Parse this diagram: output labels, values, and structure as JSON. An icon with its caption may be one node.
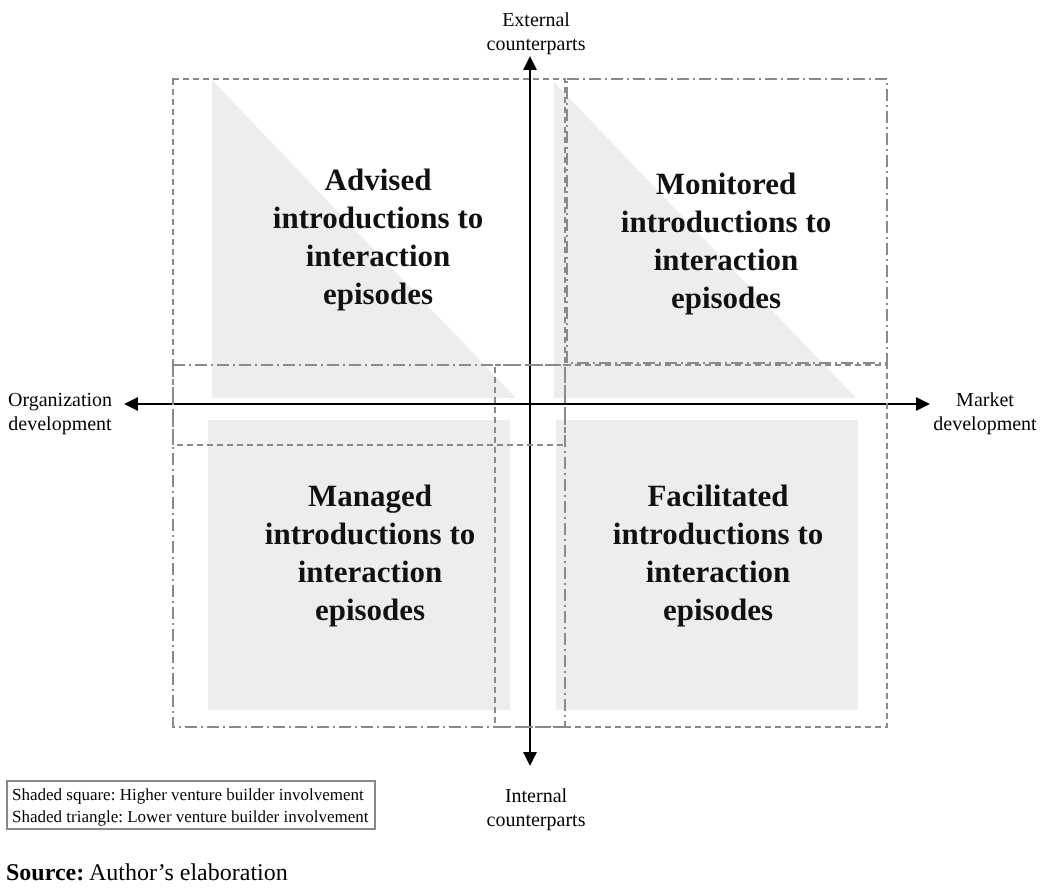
{
  "diagram": {
    "caption": "**Source:** Author’s elaboration",
    "nodes": [
      {
        "text": [
          "Advised introductions to interaction episodes"
        ]
      },
      {
        "text": [
          "Monitored introductions to interaction episodes"
        ]
      },
      {
        "text": [
          "Managed introductions to interaction episodes"
        ]
      },
      {
        "text": [
          "Facilitated introductions to interaction episodes"
        ]
      }
    ],
    "labels": [
      "External counterparts",
      "Organization development",
      "Market development",
      "Internal counterparts"
    ],
    "legend": [
      {
        "text": "Shaded square: Higher venture builder involvement"
      },
      {
        "text": "Shaded triangle: Lower venture builder involvement"
      }
    ]
  }
}
